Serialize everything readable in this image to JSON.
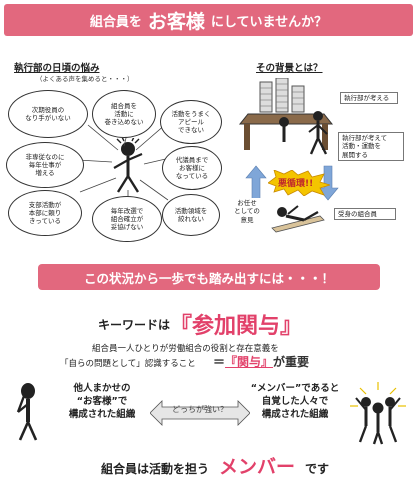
{
  "banner": {
    "part1": "組合員を",
    "part2": "お客様",
    "part3": "にしていませんか？"
  },
  "left_section": {
    "title": "執行部の日頃の悩み",
    "note": "（よくある声を集めると・・・）",
    "clouds": [
      "次期役員の\nなり手がいない",
      "組合員を\n活動に\n巻き込めない",
      "活動をうまく\nアピール\nできない",
      "非専従なのに\n毎年仕事が\n増える",
      "代議員まで\nお客様に\nなっている",
      "支部活動が\n本部に頼り\nきっている",
      "毎年改選で\n組合確立が\n妥協げない",
      "活動領域を\n絞れない"
    ]
  },
  "right_section": {
    "title": "その背景とは？",
    "label_exec": "執行部が考える",
    "label_exec2": "執行部が考えて\n活動・運動を\n展開する",
    "label_burst": "悪循環!!",
    "label_member_left": "お任せ\nとしての\n意見",
    "label_member": "受身の組合員"
  },
  "mid_banner": "この状況から一歩でも踏み出すには・・・！",
  "keyword": {
    "label": "キーワードは",
    "main": "『参加関与』",
    "line1": "組合員一人ひとりが労働組合の役割と存在意義を",
    "line2": "「自らの問題として」認識すること",
    "line3_prefix": "＝",
    "line3_hl": "『関与』",
    "line3_suffix": "が重要"
  },
  "compare": {
    "left": "他人まかせの\n“お客様”で\n構成された組織",
    "middle": "どっちが強い？",
    "right": "“メンバー”であると\n自覚した人々で\n構成された組織"
  },
  "footer": {
    "part1": "組合員は活動を担う",
    "part2": "メンバー",
    "part3": "です"
  },
  "colors": {
    "accent": "#e2687e",
    "emphasis": "#e2416a"
  }
}
